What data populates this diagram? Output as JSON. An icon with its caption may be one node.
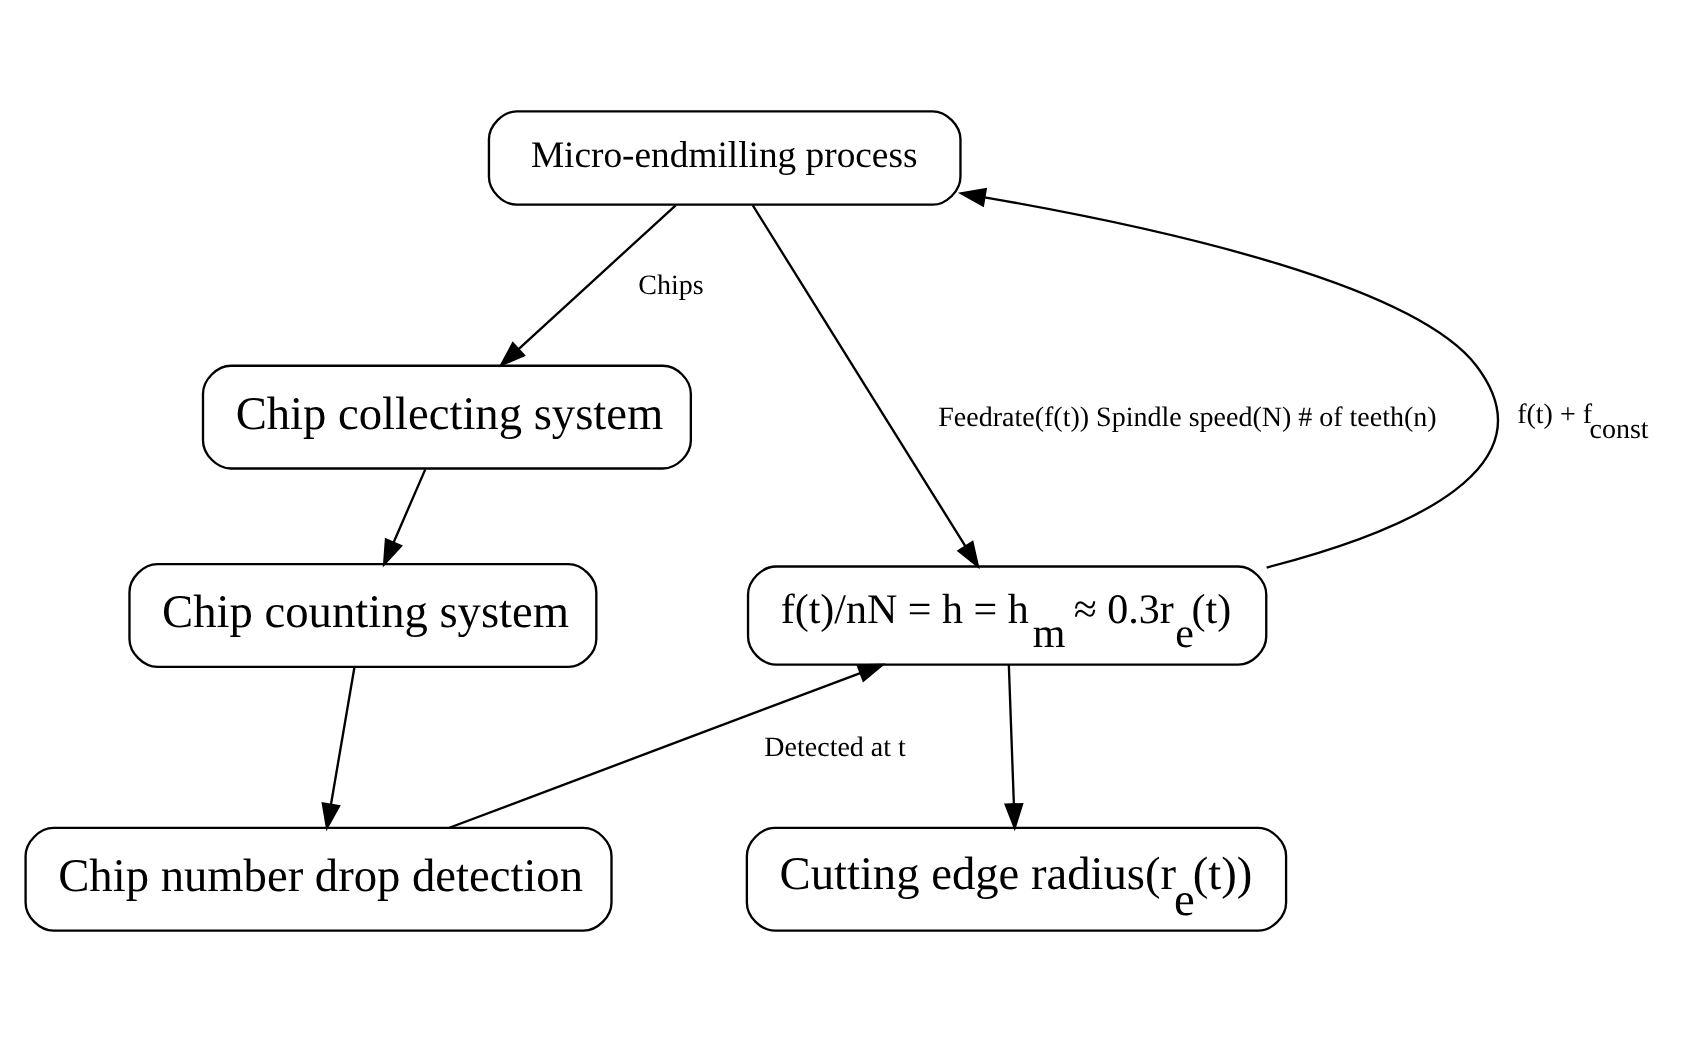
{
  "diagram": {
    "nodes": [
      {
        "text": [
          "Micro-endmilling process"
        ]
      },
      {
        "text": [
          "Chip collecting system"
        ]
      },
      {
        "text": [
          "Chip counting system"
        ]
      },
      {
        "text": [
          "Chip number drop detection"
        ]
      },
      {
        "text": [
          "f(t)/nN = h = h$_{m}$ ≈ 0.3r$_{e}$(t)"
        ]
      },
      {
        "text": [
          "Cutting edge radius(r$_{e}$(t))"
        ]
      }
    ],
    "edges": [
      {
        "from": 0,
        "to": 1,
        "arrow": "to",
        "label": "Chips"
      },
      {
        "from": 1,
        "to": 2,
        "arrow": "to"
      },
      {
        "from": 2,
        "to": 3,
        "arrow": "to"
      },
      {
        "from": 3,
        "to": 4,
        "arrow": "to",
        "label": "Detected at t"
      },
      {
        "from": 0,
        "to": 4,
        "arrow": "to",
        "label": "Feedrate(f(t)) Spindle speed(N) # of teeth(n)"
      },
      {
        "from": 4,
        "to": 0,
        "arrow": "to",
        "label": "f(t) + f$_{const}$"
      },
      {
        "from": 4,
        "to": 5,
        "arrow": "to"
      }
    ]
  }
}
